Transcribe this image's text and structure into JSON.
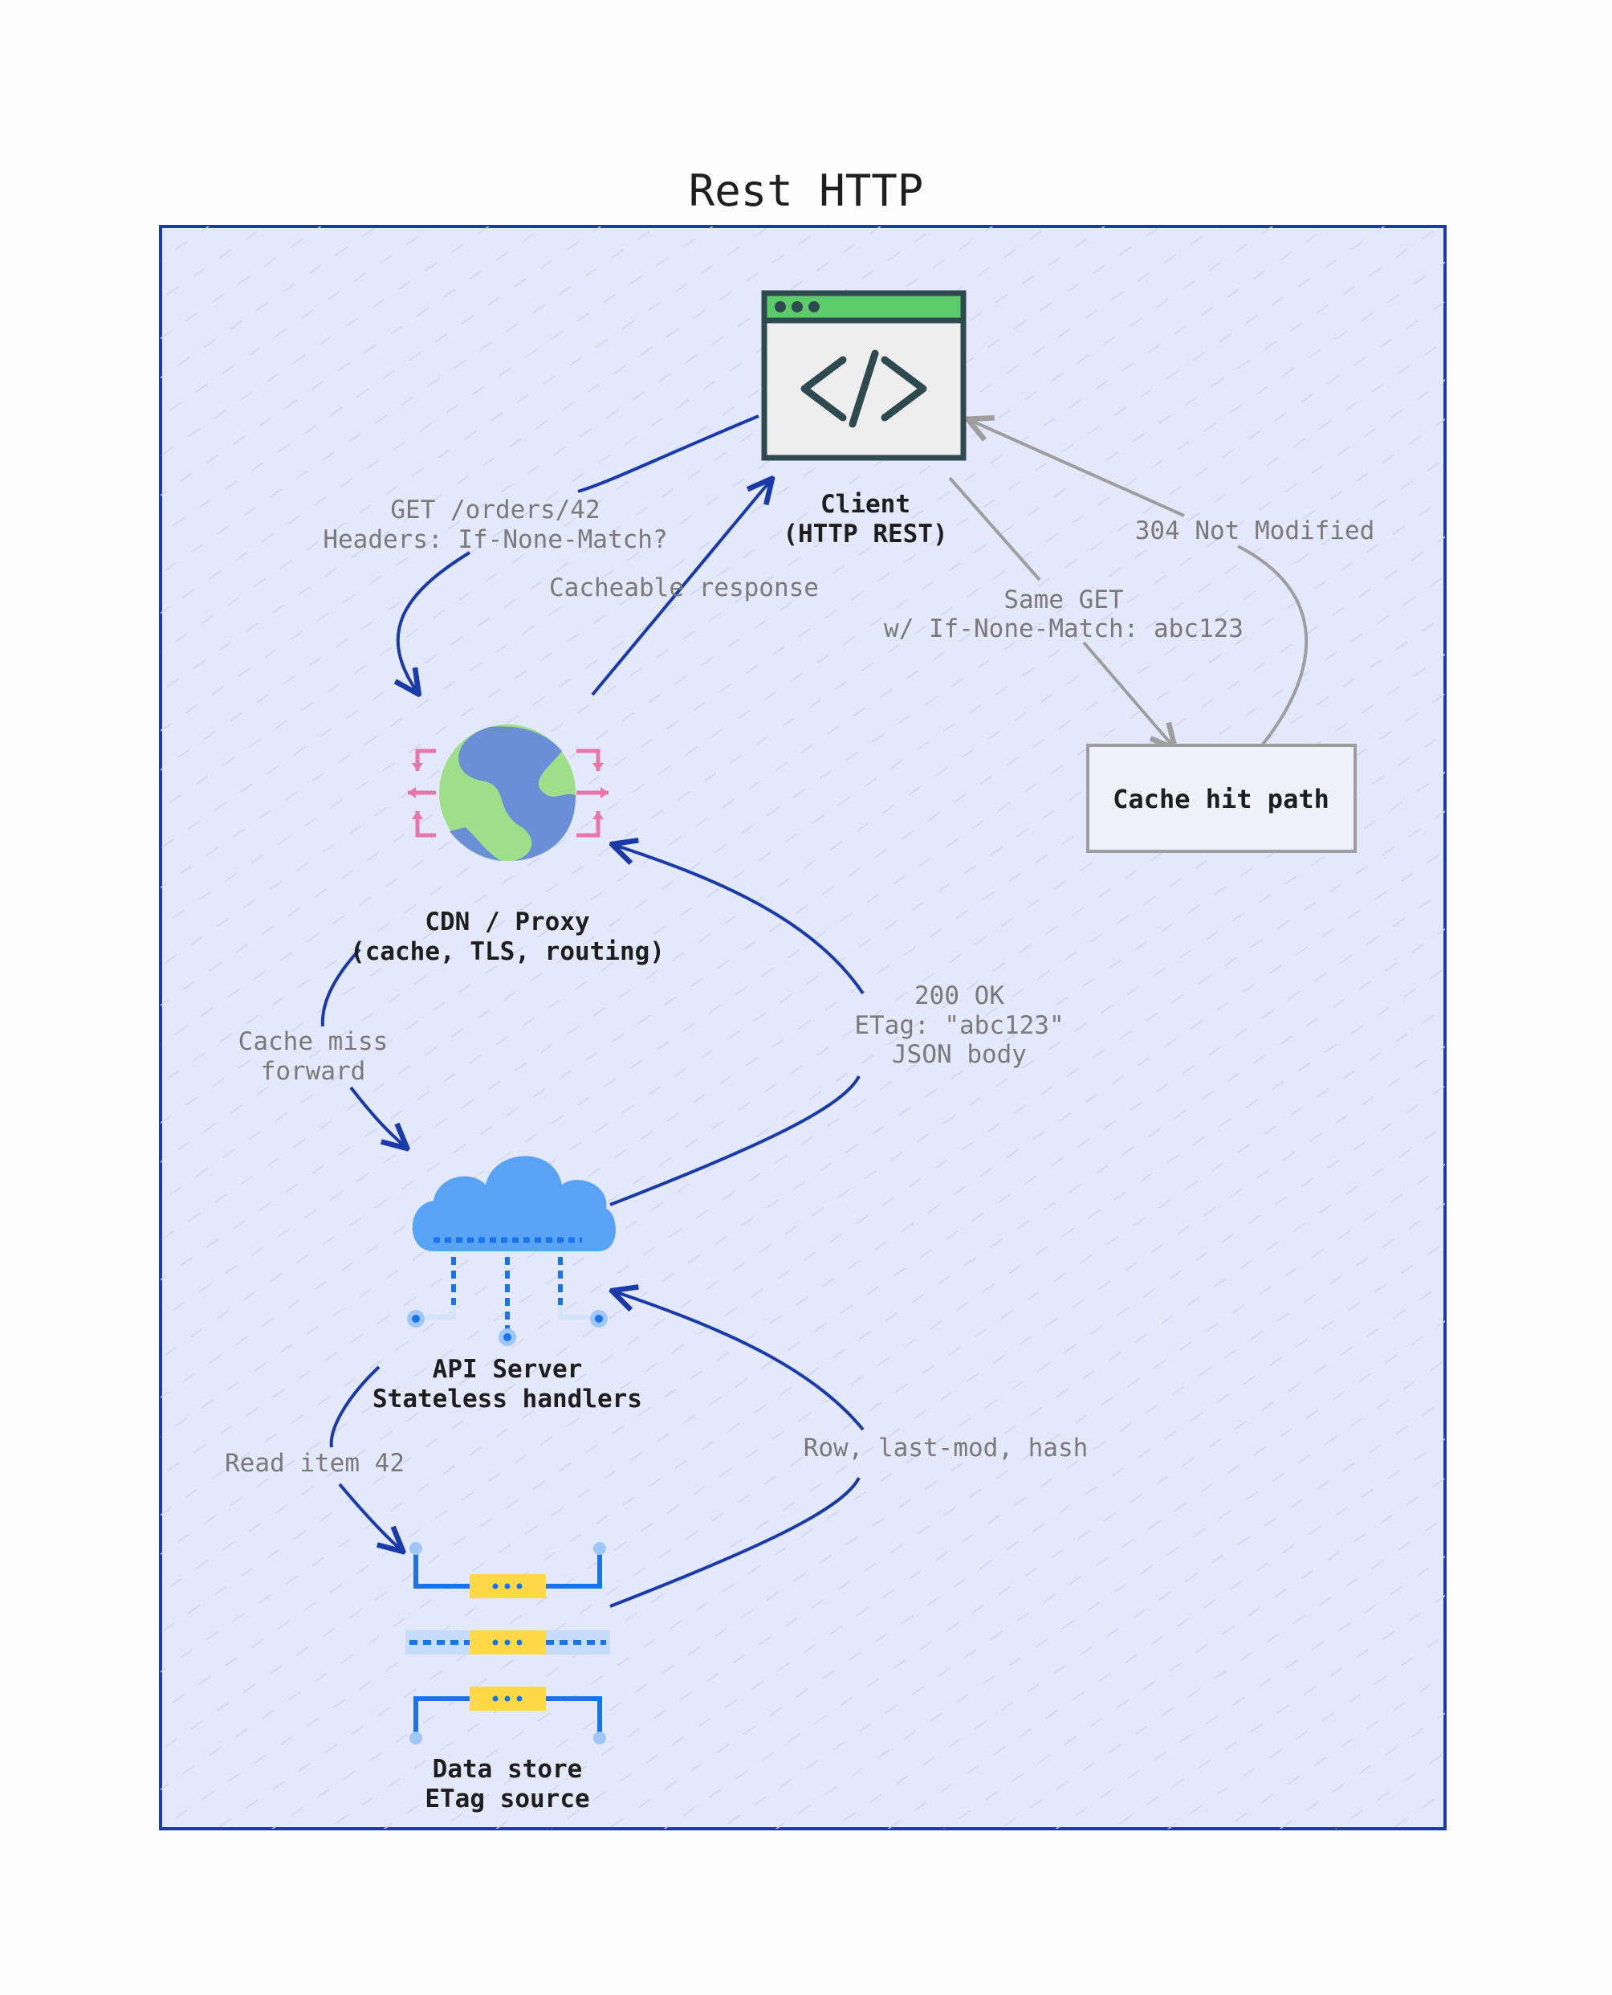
{
  "title": "Rest HTTP",
  "nodes": {
    "client": {
      "line1": "Client",
      "line2": "(HTTP REST)",
      "icon": "code-window-icon"
    },
    "cdn": {
      "line1": "CDN / Proxy",
      "line2": "(cache, TLS, routing)",
      "icon": "globe-network-icon"
    },
    "api": {
      "line1": "API Server",
      "line2": "Stateless handlers",
      "icon": "cloud-server-icon"
    },
    "store": {
      "line1": "Data store",
      "line2": "ETag source",
      "icon": "database-rack-icon"
    },
    "cache_hit": {
      "label": "Cache hit path"
    }
  },
  "edges": {
    "get_request": {
      "line1": "GET /orders/42",
      "line2": "Headers: If-None-Match?"
    },
    "cacheable": {
      "line1": "Cacheable response"
    },
    "same_get": {
      "line1": "Same GET",
      "line2": "w/ If-None-Match: abc123"
    },
    "not_modified": {
      "line1": "304 Not Modified"
    },
    "cache_miss": {
      "line1": "Cache miss",
      "line2": "forward"
    },
    "ok_200": {
      "line1": "200 OK",
      "line2": "ETag: \"abc123\"",
      "line3": "JSON body"
    },
    "read_item": {
      "line1": "Read item 42"
    },
    "row_meta": {
      "line1": "Row, last-mod, hash"
    }
  },
  "colors": {
    "frame": "#1a3aa8",
    "frame_fill": "#e3e8fb",
    "arrow_blue": "#1a3aa8",
    "arrow_gray": "#9e9e9e",
    "icon_dark": "#2f4a4f",
    "icon_green": "#5ccc6a",
    "globe_blue": "#6b8fd6",
    "globe_green": "#9fdf8a",
    "cloud_blue": "#58a3f5",
    "db_yellow": "#fed845",
    "db_blue": "#1a73e8",
    "pink": "#e677a8"
  }
}
